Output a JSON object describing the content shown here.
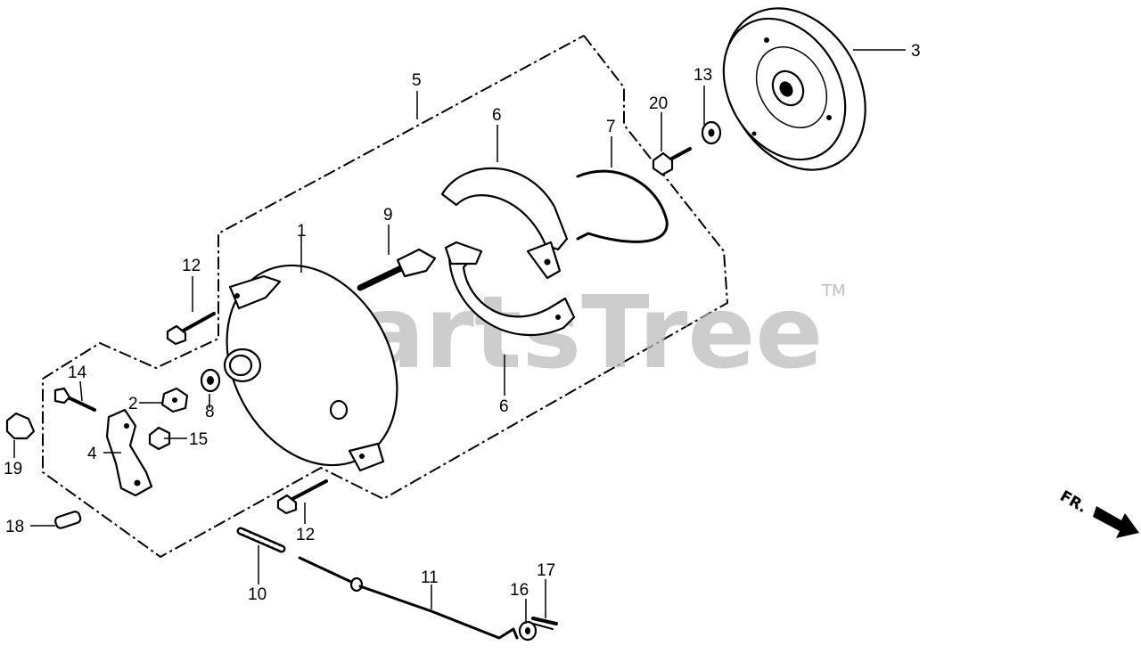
{
  "watermark": {
    "text": "PartsTree",
    "trademark": "TM"
  },
  "direction": {
    "label": "FR."
  },
  "callouts": [
    {
      "id": "1",
      "label": "1"
    },
    {
      "id": "2",
      "label": "2"
    },
    {
      "id": "3",
      "label": "3"
    },
    {
      "id": "4",
      "label": "4"
    },
    {
      "id": "5",
      "label": "5"
    },
    {
      "id": "6a",
      "label": "6"
    },
    {
      "id": "6b",
      "label": "6"
    },
    {
      "id": "7",
      "label": "7"
    },
    {
      "id": "8",
      "label": "8"
    },
    {
      "id": "9",
      "label": "9"
    },
    {
      "id": "10",
      "label": "10"
    },
    {
      "id": "11",
      "label": "11"
    },
    {
      "id": "12a",
      "label": "12"
    },
    {
      "id": "12b",
      "label": "12"
    },
    {
      "id": "13",
      "label": "13"
    },
    {
      "id": "14",
      "label": "14"
    },
    {
      "id": "15",
      "label": "15"
    },
    {
      "id": "16",
      "label": "16"
    },
    {
      "id": "17",
      "label": "17"
    },
    {
      "id": "18",
      "label": "18"
    },
    {
      "id": "19",
      "label": "19"
    },
    {
      "id": "20",
      "label": "20"
    }
  ]
}
